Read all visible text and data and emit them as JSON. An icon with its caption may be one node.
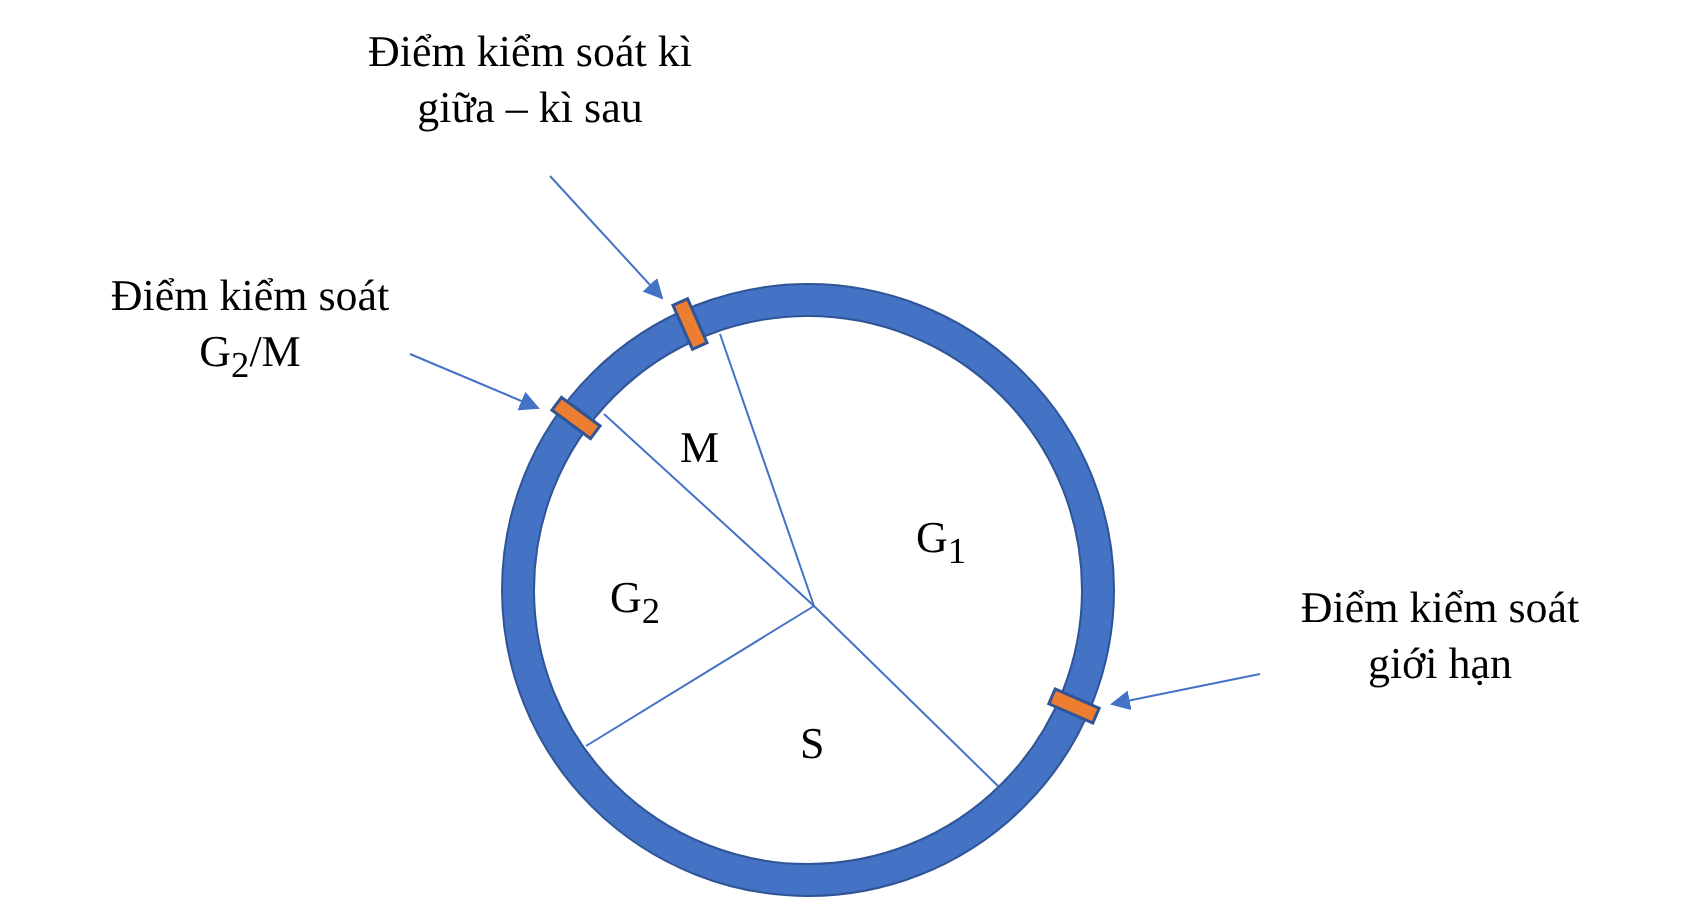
{
  "diagram": {
    "nodes": [
      {
        "text": [
          "Điểm kiểm soát kì giữa – kì sau"
        ]
      },
      {
        "text": [],
        "shape": "bar"
      },
      {
        "text": [
          "Điểm kiểm soát G$_{2}$/M"
        ]
      },
      {
        "text": [],
        "shape": "bar"
      },
      {
        "text": [
          "Điểm kiểm soát giới hạn"
        ]
      },
      {
        "text": [],
        "shape": "bar"
      }
    ],
    "edges": [
      {
        "from": 0,
        "to": 1,
        "arrow": "to"
      },
      {
        "from": 2,
        "to": 3,
        "arrow": "to"
      },
      {
        "from": 4,
        "to": 5,
        "arrow": "to"
      }
    ],
    "labels": [
      "M",
      "G$_{1}$",
      "G$_{2}$",
      "S"
    ]
  }
}
